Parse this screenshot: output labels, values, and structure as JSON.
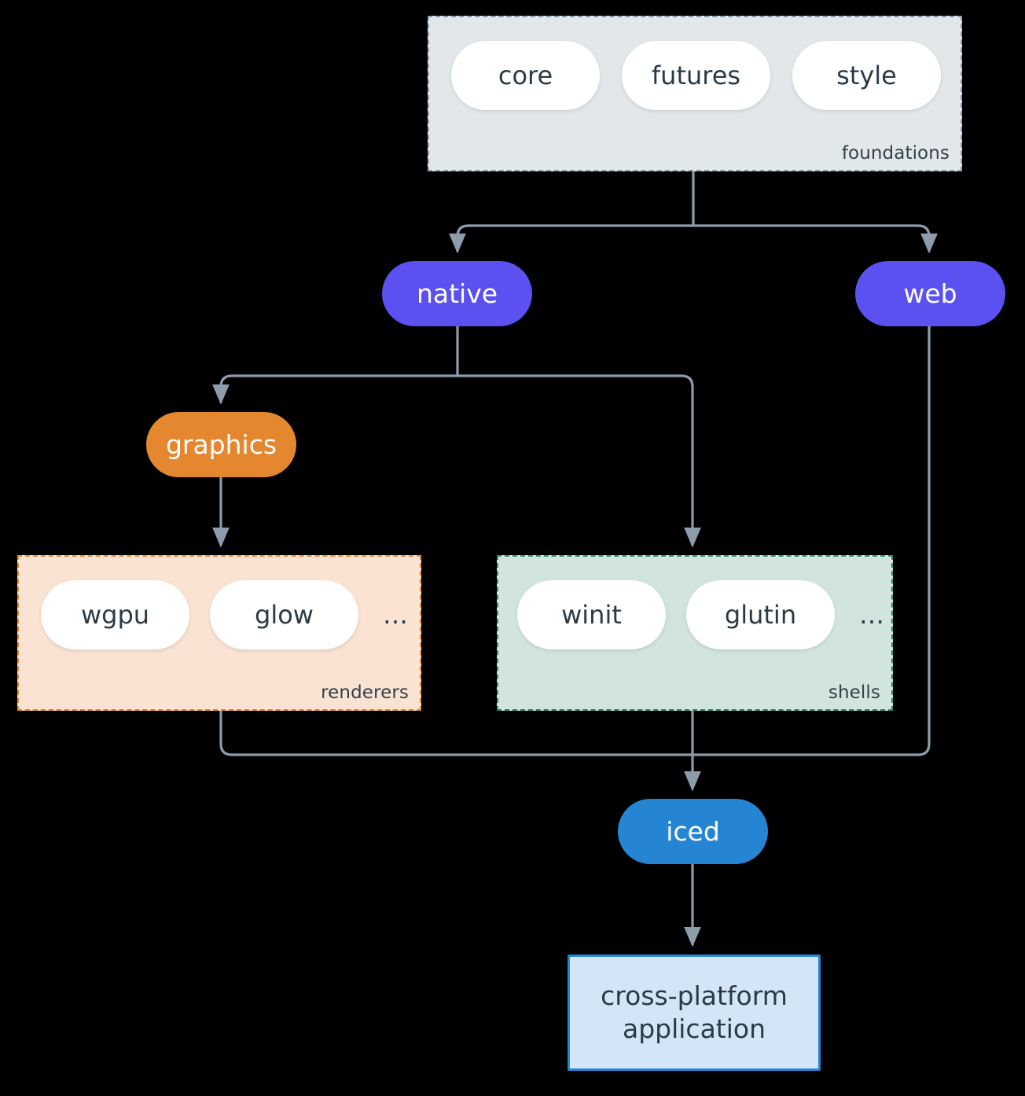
{
  "diagram": {
    "type": "architecture-flow",
    "background_color": "#000000",
    "edge_color": "#8d9cab",
    "clusters": [
      {
        "id": "foundations",
        "label": "foundations",
        "fill": "#e2e7ea",
        "stroke": "#8d9cab",
        "stroke_style": "dashed",
        "items": [
          {
            "label": "core"
          },
          {
            "label": "futures"
          },
          {
            "label": "style"
          }
        ]
      },
      {
        "id": "renderers",
        "label": "renderers",
        "fill": "#fae3d3",
        "stroke": "#e8872b",
        "stroke_style": "dashed",
        "items": [
          {
            "label": "wgpu"
          },
          {
            "label": "glow"
          },
          {
            "label": "…"
          }
        ]
      },
      {
        "id": "shells",
        "label": "shells",
        "fill": "#d2e4de",
        "stroke": "#2f8574",
        "stroke_style": "dashed",
        "items": [
          {
            "label": "winit"
          },
          {
            "label": "glutin"
          },
          {
            "label": "…"
          }
        ]
      }
    ],
    "nodes": [
      {
        "id": "native",
        "label": "native",
        "fill": "#5b50f0",
        "text_color": "#ffffff",
        "shape": "pill"
      },
      {
        "id": "web",
        "label": "web",
        "fill": "#5b50f0",
        "text_color": "#ffffff",
        "shape": "pill"
      },
      {
        "id": "graphics",
        "label": "graphics",
        "fill": "#e4872f",
        "text_color": "#ffffff",
        "shape": "pill"
      },
      {
        "id": "iced",
        "label": "iced",
        "fill": "#2585d3",
        "text_color": "#ffffff",
        "shape": "pill"
      },
      {
        "id": "application",
        "label_line1": "cross-platform",
        "label_line2": "application",
        "fill": "#d3e6f8",
        "stroke": "#2585d3",
        "text_color": "#2b3a45",
        "shape": "rectangle"
      }
    ],
    "edges": [
      {
        "from": "foundations",
        "to": "native"
      },
      {
        "from": "foundations",
        "to": "web"
      },
      {
        "from": "native",
        "to": "graphics"
      },
      {
        "from": "native",
        "to": "shells"
      },
      {
        "from": "graphics",
        "to": "renderers"
      },
      {
        "from": "renderers",
        "to": "iced"
      },
      {
        "from": "shells",
        "to": "iced"
      },
      {
        "from": "web",
        "to": "iced"
      },
      {
        "from": "iced",
        "to": "application"
      }
    ]
  }
}
